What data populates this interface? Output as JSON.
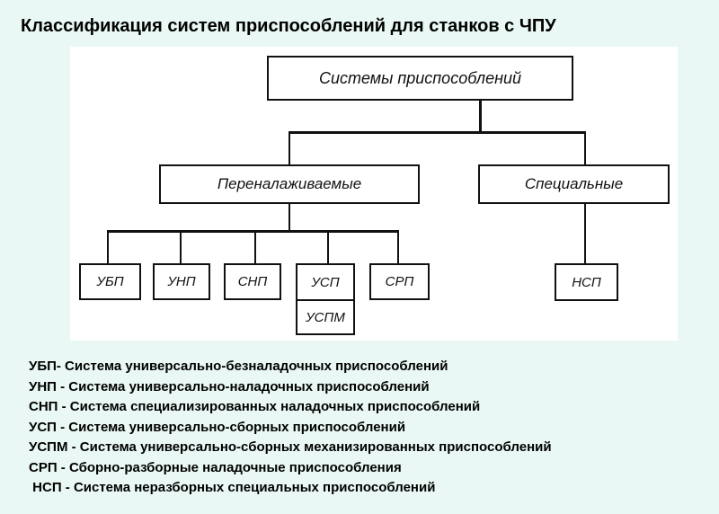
{
  "title": "Классификация систем приспособлений для станков с ЧПУ",
  "diagram": {
    "root": "Системы приспособлений",
    "left": "Переналаживаемые",
    "right": "Специальные",
    "leaves": [
      "УБП",
      "УНП",
      "СНП",
      "УСП",
      "УСПМ",
      "СРП"
    ],
    "right_leaf": "НСП"
  },
  "legend": [
    "УБП-  Система универсально-безналадочных приспособлений",
    "УНП - Система универсально-наладочных приспособлений",
    "СНП - Система специализированных наладочных приспособлений",
    "УСП - Система универсально-сборных приспособлений",
    "УСПМ - Система универсально-сборных механизированных приспособлений",
    "СРП - Сборно-разборные наладочные приспособления",
    " НСП - Система неразборных специальных приспособлений"
  ]
}
